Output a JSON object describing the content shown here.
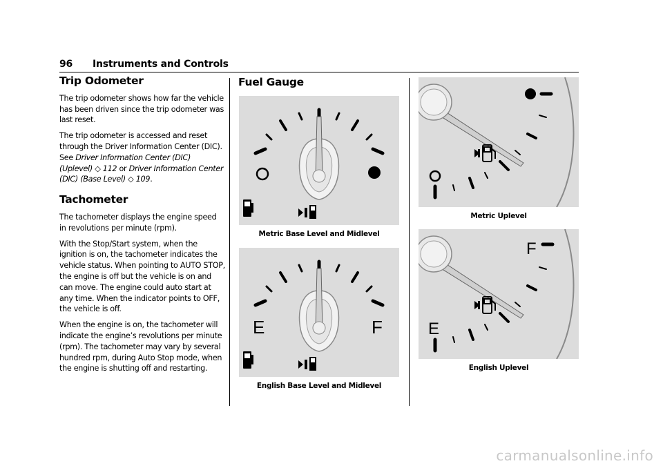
{
  "header": {
    "page_number": "96",
    "section": "Instruments and Controls"
  },
  "trip_odometer": {
    "heading": "Trip Odometer",
    "para1": "The trip odometer shows how far the vehicle has been driven since the trip odometer was last reset.",
    "para2_line1": "The trip odometer is accessed and reset through the Driver Information Center (DIC).",
    "para2_see": "See ",
    "para2_ref1": "Driver Information Center (DIC) (Uplevel)",
    "para2_ref1_page": "112",
    "para2_or": " or ",
    "para2_ref2": "Driver Information Center (DIC) (Base Level)",
    "para2_ref2_page": "109",
    "para2_end": ".",
    "ref_arrow": "◇"
  },
  "tachometer": {
    "heading": "Tachometer",
    "para1": "The tachometer displays the engine speed in revolutions per minute (rpm).",
    "para2": "With the Stop/Start system, when the ignition is on, the tachometer indicates the vehicle status. When pointing to AUTO STOP, the engine is off but the vehicle is on and can move. The engine could auto start at any time. When the indicator points to OFF, the vehicle is off.",
    "para3": "When the engine is on, the tachometer will indicate the engine’s revolutions per minute (rpm). The tachometer may vary by several hundred rpm, during Auto Stop mode, when the engine is shutting off and restarting."
  },
  "fuel_gauge": {
    "heading": "Fuel Gauge",
    "captions": {
      "metric_base": "Metric Base Level and Midlevel",
      "english_base": "English Base Level and Midlevel",
      "metric_uplevel": "Metric Uplevel",
      "english_uplevel": "English Uplevel"
    },
    "english_labels": {
      "empty": "E",
      "full": "F"
    }
  },
  "footer": {
    "watermark": "carmanualsonline.info"
  }
}
